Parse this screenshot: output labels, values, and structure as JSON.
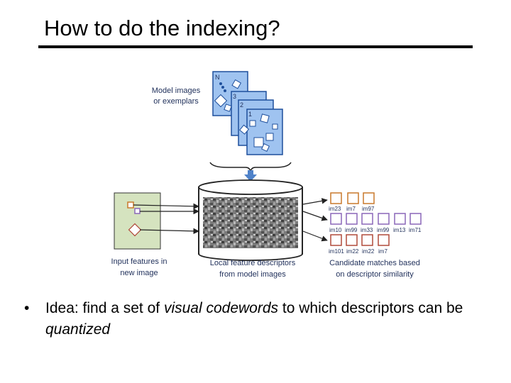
{
  "slide": {
    "title": "How to do the indexing?"
  },
  "diagram": {
    "model_label": [
      "Model images",
      "or exemplars"
    ],
    "stack_letters": [
      "N",
      "3",
      "2",
      "1"
    ],
    "input_label": [
      "Input features in",
      "new image"
    ],
    "db_label": [
      "Local feature descriptors",
      "from model images"
    ],
    "cand_label": [
      "Candidate matches based",
      "on descriptor similarity"
    ],
    "match_rows": [
      [
        "im23",
        "im7",
        "im97"
      ],
      [
        "im10",
        "im99",
        "im33",
        "im99",
        "im13",
        "im71"
      ],
      [
        "im101",
        "im22",
        "im22",
        "im7"
      ]
    ],
    "colors": {
      "panel_blue": "#9fc3f0",
      "input_green": "#d5e3bf",
      "orange": "#c9792b",
      "purple": "#8a67b8",
      "red": "#b04a3a",
      "arrow_blue": "#4f82c9"
    }
  },
  "bullet": {
    "marker": "•",
    "parts": [
      "Idea: find a set of ",
      "visual codewords",
      " to which descriptors can be ",
      "quantized"
    ]
  }
}
